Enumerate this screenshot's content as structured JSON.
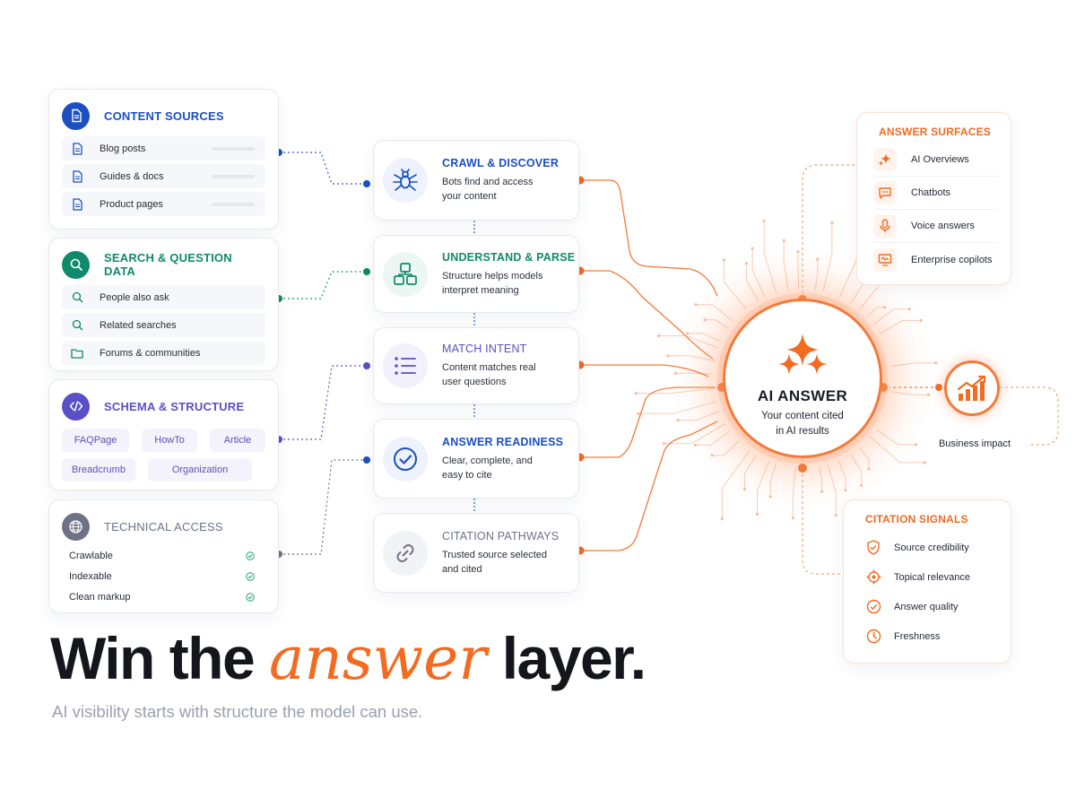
{
  "colors": {
    "blue": "#1c4fc2",
    "teal": "#0f8a6a",
    "purple": "#5a4fc6",
    "gray": "#6d7385",
    "orange": "#f06a25"
  },
  "sources": [
    {
      "title": "CONTENT SOURCES",
      "icon": "document-icon",
      "rows": [
        {
          "label": "Blog posts",
          "icon": "document-icon"
        },
        {
          "label": "Guides & docs",
          "icon": "document-icon"
        },
        {
          "label": "Product pages",
          "icon": "document-icon"
        }
      ]
    },
    {
      "title": "SEARCH & QUESTION DATA",
      "icon": "search-icon",
      "rows": [
        {
          "label": "People also ask",
          "icon": "search-icon"
        },
        {
          "label": "Related searches",
          "icon": "search-icon"
        },
        {
          "label": "Forums & communities",
          "icon": "folder-icon"
        }
      ]
    },
    {
      "title": "SCHEMA & STRUCTURE",
      "icon": "code-icon",
      "chips": [
        [
          "FAQPage",
          "HowTo",
          "Article"
        ],
        [
          "Breadcrumb",
          "Organization"
        ]
      ]
    },
    {
      "title": "TECHNICAL ACCESS",
      "icon": "globe-icon",
      "checks": [
        "Crawlable",
        "Indexable",
        "Clean markup"
      ]
    }
  ],
  "steps": [
    {
      "title": "CRAWL & DISCOVER",
      "desc1": "Bots find and access",
      "desc2": "your content",
      "icon": "spider-icon"
    },
    {
      "title": "UNDERSTAND & PARSE",
      "desc1": "Structure helps models",
      "desc2": "interpret meaning",
      "icon": "structure-icon"
    },
    {
      "title": "MATCH INTENT",
      "desc1": "Content matches real",
      "desc2": "user questions",
      "icon": "list-icon"
    },
    {
      "title": "ANSWER READINESS",
      "desc1": "Clear, complete, and",
      "desc2": "easy to cite",
      "icon": "check-circle-icon"
    },
    {
      "title": "CITATION PATHWAYS",
      "desc1": "Trusted source selected",
      "desc2": "and cited",
      "icon": "link-icon"
    }
  ],
  "hub": {
    "title": "AI ANSWER",
    "subtitle1": "Your content cited",
    "subtitle2": "in AI results",
    "icon": "sparkles-icon"
  },
  "surfaces": {
    "title": "ANSWER SURFACES",
    "items": [
      {
        "label": "AI Overviews",
        "icon": "sparkle-icon"
      },
      {
        "label": "Chatbots",
        "icon": "chat-icon"
      },
      {
        "label": "Voice answers",
        "icon": "microphone-icon"
      },
      {
        "label": "Enterprise copilots",
        "icon": "monitor-icon"
      }
    ]
  },
  "signals": {
    "title": "CITATION SIGNALS",
    "items": [
      {
        "label": "Source credibility",
        "icon": "shield-icon"
      },
      {
        "label": "Topical relevance",
        "icon": "target-icon"
      },
      {
        "label": "Answer quality",
        "icon": "check-circle-icon"
      },
      {
        "label": "Freshness",
        "icon": "clock-icon"
      }
    ]
  },
  "impact": {
    "label": "Business impact",
    "icon": "growth-chart-icon"
  },
  "headline": {
    "pre": "Win the ",
    "accent": "answer",
    "post": " layer."
  },
  "tagline": "AI visibility starts with structure the model can use."
}
